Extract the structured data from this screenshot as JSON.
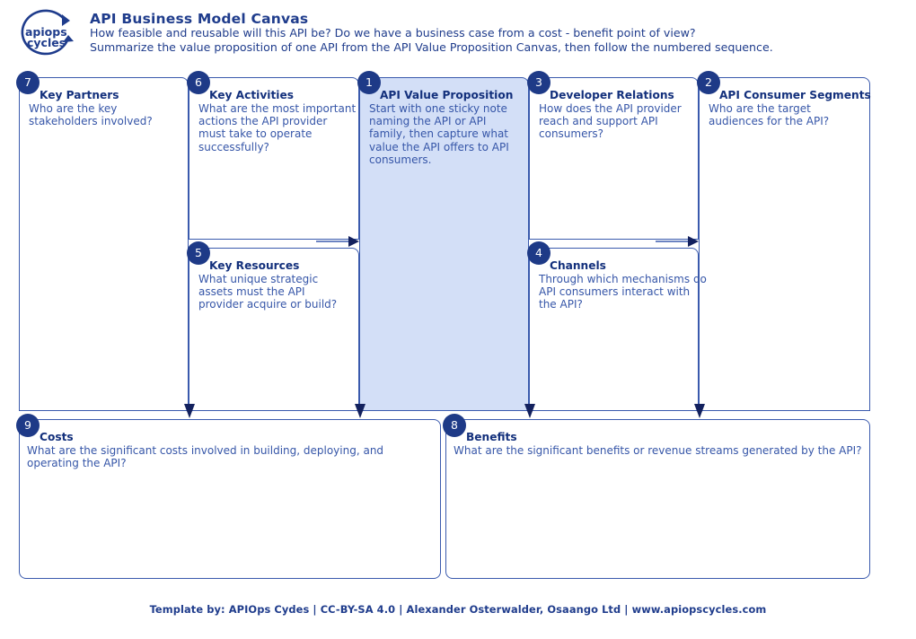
{
  "header": {
    "logo_name": "apiops-cycles-logo",
    "logo_text_top": "apiops",
    "logo_text_bottom": "cycles",
    "title": "API Business Model Canvas",
    "subtitle_line1": "How feasible and reusable will this API be? Do we have a business case from a cost - benefit point of view?",
    "subtitle_line2": "Summarize the value proposition of one API from the API Value Proposition Canvas, then follow the numbered sequence."
  },
  "colors": {
    "brand_blue": "#1f3c8c",
    "badge_blue": "#1e3a87",
    "border_blue": "#3a5aad",
    "highlight_fill": "#d3dff7",
    "body_text": "#3656a8",
    "title_text": "#13307c"
  },
  "cells": [
    {
      "key": "key-partners",
      "number": "7",
      "title": "Key Partners",
      "description": "Who are the key\nstakeholders involved?"
    },
    {
      "key": "key-activities",
      "number": "6",
      "title": "Key Activities",
      "description": "What are the most important\nactions the API provider\nmust take to operate\nsuccessfully?"
    },
    {
      "key": "api-value-proposition",
      "number": "1",
      "title": "API Value Proposition",
      "description": "Start with one sticky note\nnaming the API or API\nfamily, then capture what\nvalue the API offers to API\nconsumers."
    },
    {
      "key": "developer-relations",
      "number": "3",
      "title": "Developer Relations",
      "description": "How does the API provider\nreach and support API\nconsumers?"
    },
    {
      "key": "api-consumer-segments",
      "number": "2",
      "title": "API Consumer Segments",
      "description": "Who are the target\naudiences for the API?"
    },
    {
      "key": "key-resources",
      "number": "5",
      "title": "Key Resources",
      "description": "What unique strategic\nassets must the API\nprovider acquire or build?"
    },
    {
      "key": "channels",
      "number": "4",
      "title": "Channels",
      "description": "Through which mechanisms do\nAPI consumers interact with\nthe API?"
    },
    {
      "key": "costs",
      "number": "9",
      "title": "Costs",
      "description": "What are the significant costs involved in building, deploying, and\noperating the API?"
    },
    {
      "key": "benefits",
      "number": "8",
      "title": "Benefits",
      "description": "What are the significant benefits or revenue streams generated by the API?"
    }
  ],
  "footer": {
    "text": "Template by: APIOps Cydes | CC-BY-SA 4.0 | Alexander Osterwalder, Osaango Ltd | www.apiopscycles.com"
  }
}
